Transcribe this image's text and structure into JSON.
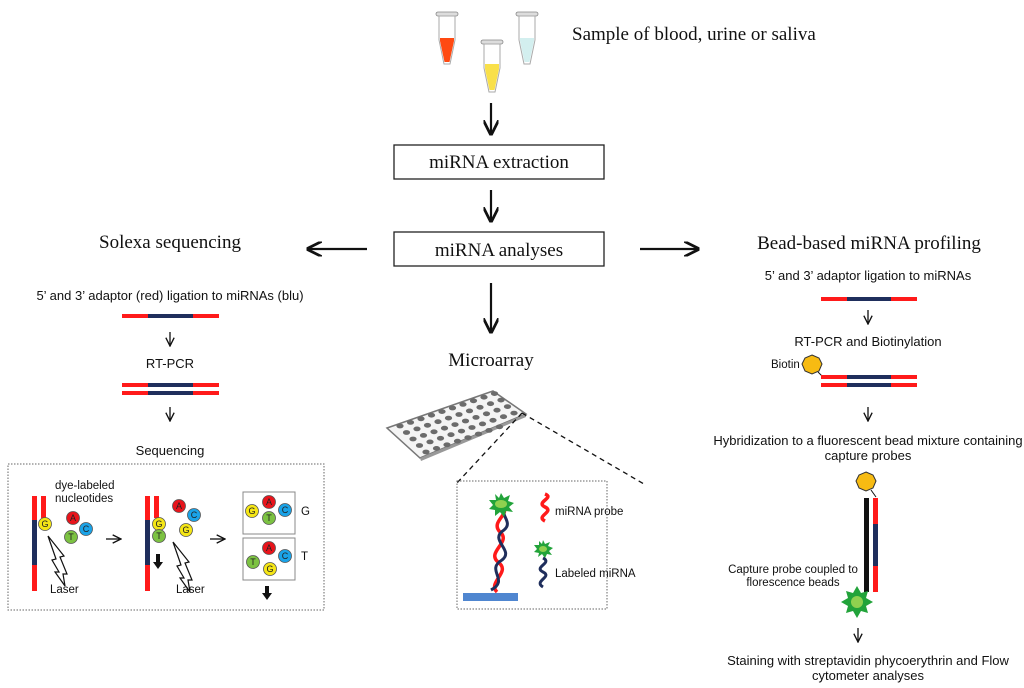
{
  "colors": {
    "adaptor_red": "#ff1a1a",
    "mirna_navy": "#1f2e5c",
    "nuc_A": "#e8141b",
    "nuc_C": "#1aa3e8",
    "nuc_G": "#f5e616",
    "nuc_T": "#7cc242",
    "biotin": "#f7bb12",
    "bead_green": "#22a33a",
    "bead_core": "#8fd14f",
    "slide_blue": "#4f86d0",
    "tube_blood": "#ff4a12",
    "tube_urine": "#f9e04a",
    "tube_saliva": "#d3efef"
  },
  "top": {
    "sample_label": "Sample of  blood, urine or saliva",
    "tubes": [
      {
        "name": "blood",
        "color_key": "tube_blood"
      },
      {
        "name": "urine",
        "color_key": "tube_urine"
      },
      {
        "name": "saliva",
        "color_key": "tube_saliva"
      }
    ]
  },
  "center": {
    "extraction_label": "miRNA extraction",
    "analyses_label": "miRNA analyses",
    "microarray_title": "Microarray",
    "probe_label": "miRNA probe",
    "labeled_label": "Labeled miRNA"
  },
  "solexa": {
    "title": "Solexa sequencing",
    "step1": "5’ and 3’ adaptor (red) ligation to miRNAs (blu)",
    "step2": "RT-PCR",
    "step3": "Sequencing",
    "dye_label_line1": "dye-labeled",
    "dye_label_line2": "nucleotides",
    "laser1": "Laser",
    "laser2": "Laser",
    "read1": "G",
    "read2": "T",
    "nucleotides": {
      "A": "A",
      "C": "C",
      "G": "G",
      "T": "T"
    }
  },
  "bead": {
    "title": "Bead-based miRNA profiling",
    "step1": "5’ and 3’ adaptor ligation to miRNAs",
    "step2": "RT-PCR and Biotinylation",
    "biotin_label": "Biotin",
    "step3_line1": "Hybridization to a fluorescent bead mixture containing",
    "step3_line2": "capture probes",
    "capture_line1": "Capture probe coupled to",
    "capture_line2": "florescence beads",
    "step4_line1": "Staining with streptavidin phycoerythrin and Flow",
    "step4_line2": "cytometer analyses"
  }
}
